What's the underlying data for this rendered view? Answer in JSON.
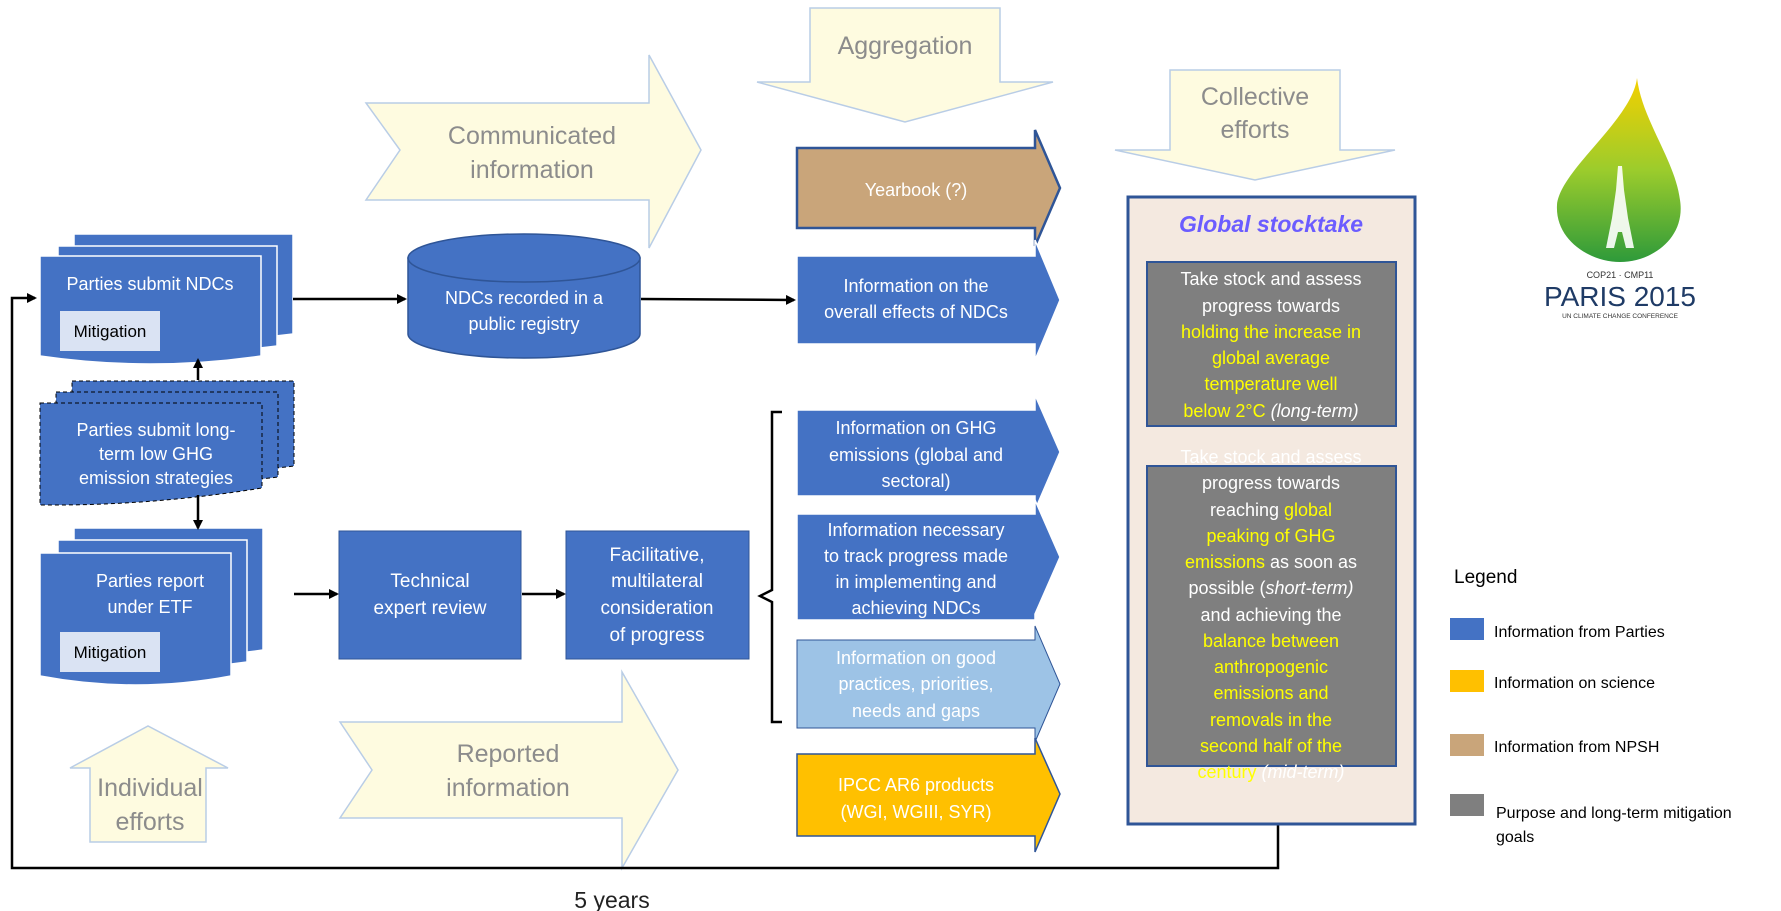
{
  "arrows": {
    "aggregation": "Aggregation",
    "communicated_1": "Communicated",
    "communicated_2": "information",
    "collective_1": "Collective",
    "collective_2": "efforts",
    "reported_1": "Reported",
    "reported_2": "information",
    "individual_1": "Individual",
    "individual_2": "efforts"
  },
  "parties": {
    "ndcs": "Parties  submit NDCs",
    "ndcs_tag": "Mitigation",
    "lt_1": "Parties  submit long-",
    "lt_2": "term low GHG",
    "lt_3": "emission strategies",
    "etf_1": "Parties report",
    "etf_2": "under ETF",
    "etf_tag": "Mitigation"
  },
  "process": {
    "registry_1": "NDCs recorded in a",
    "registry_2": "public registry",
    "ter_1": "Technical",
    "ter_2": "expert review",
    "fmcp_1": "Facilitative,",
    "fmcp_2": "multilateral",
    "fmcp_3": "consideration",
    "fmcp_4": "of progress"
  },
  "outputs": {
    "yearbook": "Yearbook (?)",
    "overall_1": "Information on the",
    "overall_2": "overall effects of NDCs",
    "ghg_1": "Information on GHG",
    "ghg_2": "emissions (global and",
    "ghg_3": "sectoral)",
    "track_1": "Information necessary",
    "track_2": "to track progress made",
    "track_3": "in implementing and",
    "track_4": "achieving NDCs",
    "good_1": "Information on good",
    "good_2": "practices, priorities,",
    "good_3": "needs and gaps",
    "ipcc_1": "IPCC AR6 products",
    "ipcc_2": "(WGI, WGIII, SYR)"
  },
  "stocktake": {
    "title": "Global stocktake",
    "g1_l1": "Take stock and assess",
    "g1_l2": "progress towards",
    "g1_l3": "holding the increase in",
    "g1_l4": "global average",
    "g1_l5": "temperature well",
    "g1_l6a": "below 2°C ",
    "g1_l6b": "(long-term)",
    "g2_l0": "Take stock and assess",
    "g2_l1": "progress towards",
    "g2_l2a": "reaching ",
    "g2_l2b": "global",
    "g2_l3": "peaking of GHG",
    "g2_l4a": "emissions",
    "g2_l4b": " as soon as",
    "g2_l5a": "possible (",
    "g2_l5b": "short-term)",
    "g2_l6": "and achieving the",
    "g2_l7": "balance between",
    "g2_l8": "anthropogenic",
    "g2_l9": "emissions and",
    "g2_l10": "removals in the",
    "g2_l11": "second half of the",
    "g2_l12a": "century",
    "g2_l12b": " (mid-term)"
  },
  "cycle_label": "5 years",
  "logo": {
    "line1": "COP21 · CMP11",
    "line2": "PARIS 2015",
    "line3": "UN CLIMATE CHANGE CONFERENCE"
  },
  "legend": {
    "title": "Legend",
    "items": [
      {
        "label": "Information from Parties",
        "color": "#4472c4"
      },
      {
        "label": "Information on science",
        "color": "#ffc000"
      },
      {
        "label": "Information from NPSH",
        "color": "#c9a57a"
      },
      {
        "label_1": "Purpose and long-term mitigation",
        "label_2": "goals",
        "color": "#7f7f7f"
      }
    ]
  },
  "colors": {
    "blue": "#4472c4",
    "light_blue": "#9dc3e6",
    "tan": "#c9a57a",
    "gold": "#ffc000",
    "gray": "#7f7f7f",
    "cream": "#fefbe0",
    "stocktake_bg": "#f4e9e0",
    "highlight": "#ffff00",
    "title_purple": "#6b5cff"
  }
}
